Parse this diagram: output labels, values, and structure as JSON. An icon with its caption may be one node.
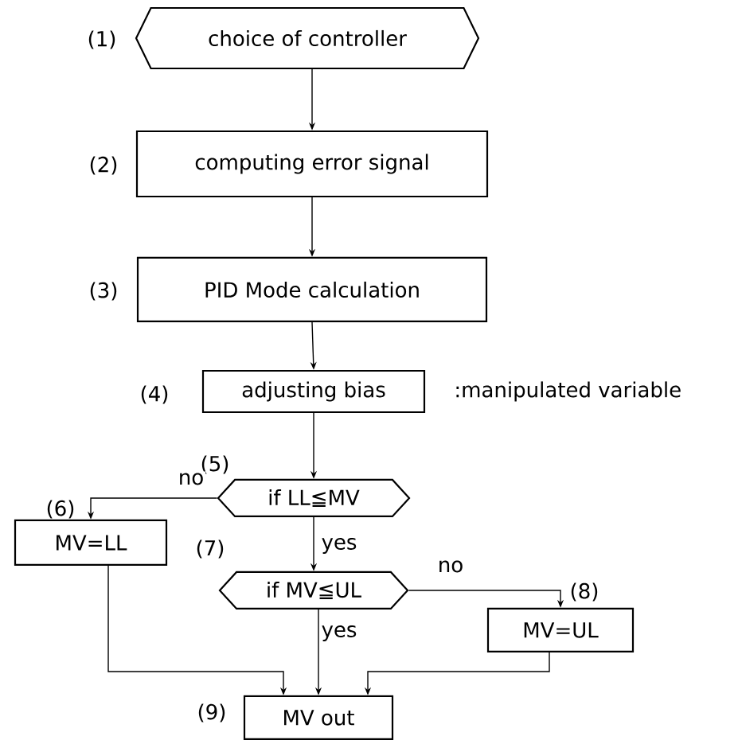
{
  "diagram": {
    "nodes": [
      {
        "text": [
          "choice of controller"
        ],
        "beside": [
          "(1)"
        ]
      },
      {
        "text": [
          "computing error signal"
        ],
        "beside": [
          "(2)"
        ]
      },
      {
        "text": [
          "PID Mode calculation"
        ],
        "beside": [
          "(3)"
        ]
      },
      {
        "text": [
          "adjusting bias"
        ],
        "beside": [
          "(4)",
          ":manipulated variable"
        ]
      },
      {
        "text": [
          "if LL≦MV"
        ],
        "beside": [
          "(5)"
        ]
      },
      {
        "text": [
          "MV=LL"
        ],
        "beside": [
          "(6)"
        ]
      },
      {
        "text": [
          "if MV≦UL"
        ],
        "beside": [
          "(7)"
        ]
      },
      {
        "text": [
          "MV=UL"
        ],
        "beside": [
          "(8)"
        ]
      },
      {
        "text": [
          "MV out"
        ],
        "beside": [
          "(9)"
        ]
      }
    ],
    "edges": [
      {
        "from": 0,
        "to": 1,
        "arrow": "to"
      },
      {
        "from": 1,
        "to": 2,
        "arrow": "to"
      },
      {
        "from": 2,
        "to": 3,
        "arrow": "to"
      },
      {
        "from": 3,
        "to": 4,
        "arrow": "to"
      },
      {
        "from": 4,
        "to": 5,
        "arrow": "to",
        "label": "no"
      },
      {
        "from": 4,
        "to": 6,
        "arrow": "to",
        "label": "yes"
      },
      {
        "from": 6,
        "to": 7,
        "arrow": "to",
        "label": "no"
      },
      {
        "from": 6,
        "to": 8,
        "arrow": "to",
        "label": "yes"
      },
      {
        "from": 5,
        "to": 8,
        "arrow": "to"
      },
      {
        "from": 7,
        "to": 8,
        "arrow": "to"
      }
    ]
  }
}
